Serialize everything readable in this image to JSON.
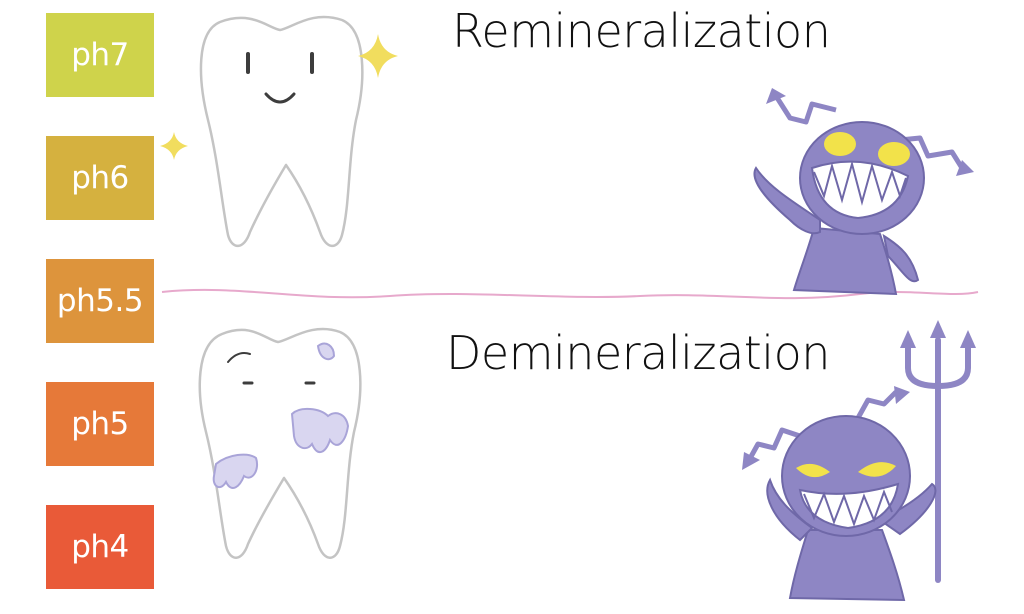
{
  "ph_scale": [
    {
      "label": "ph7",
      "color": "#cfd34b"
    },
    {
      "label": "ph6",
      "color": "#d5b13f"
    },
    {
      "label": "ph5.5",
      "color": "#dd943c"
    },
    {
      "label": "ph5",
      "color": "#e67939"
    },
    {
      "label": "ph4",
      "color": "#e95a38"
    }
  ],
  "headings": {
    "remineralization": "Remineralization",
    "demineralization": "Demineralization"
  },
  "colors": {
    "tooth_outline": "#c4c4c4",
    "sparkle": "#f1dd5e",
    "threshold_line": "#e7a9cc",
    "bacteria_body": "#8e86c4",
    "bacteria_eye": "#f2e24a",
    "decay_spot": "#d9d6f0"
  },
  "icons": [
    "healthy-tooth-icon",
    "decayed-tooth-icon",
    "sparkle-icon",
    "bacteria-monster-icon",
    "trident-icon"
  ]
}
